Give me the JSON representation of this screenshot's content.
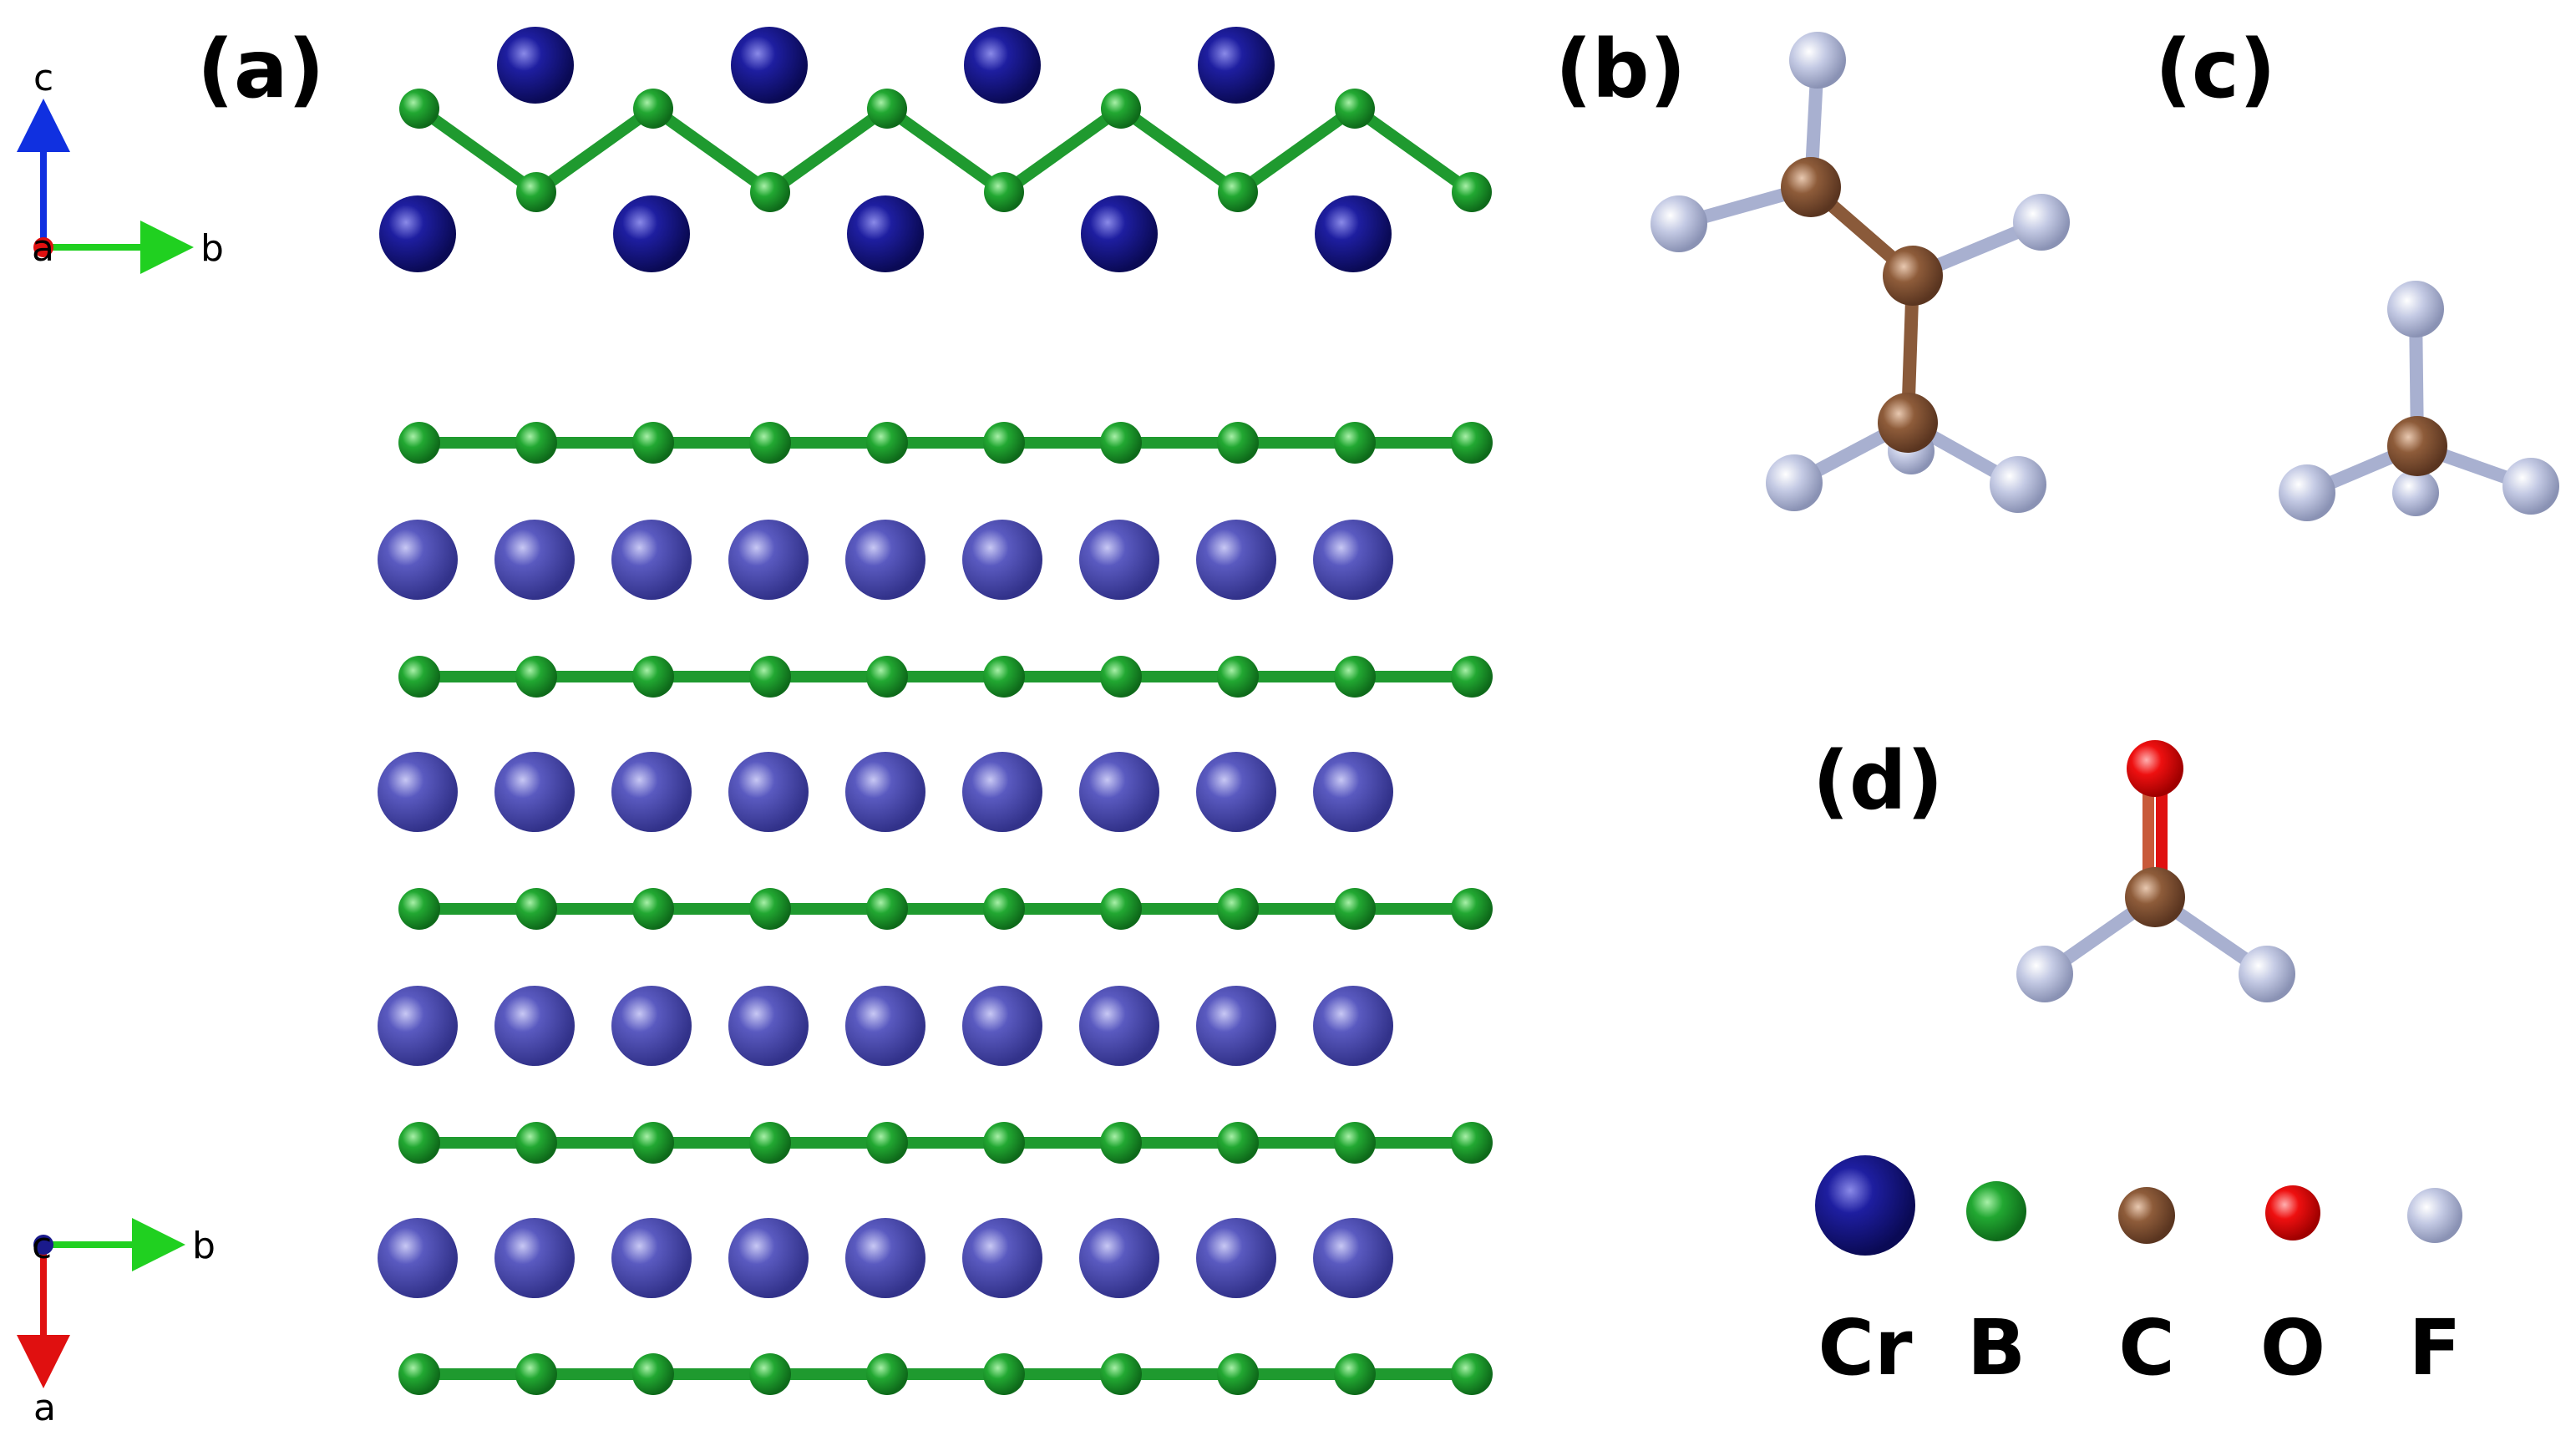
{
  "panels": [
    {
      "label": "(a)"
    },
    {
      "label": "(b)"
    },
    {
      "label": "(c)"
    },
    {
      "label": "(d)"
    }
  ],
  "axes_side": {
    "up": "c",
    "center": "a",
    "right": "b"
  },
  "axes_top": {
    "center": "c",
    "right": "b",
    "down": "a"
  },
  "legend": [
    {
      "symbol": "Cr",
      "color": "#1a1a8c"
    },
    {
      "symbol": "B",
      "color": "#1f9a2f"
    },
    {
      "symbol": "C",
      "color": "#8a5a3a"
    },
    {
      "symbol": "O",
      "color": "#e01010"
    },
    {
      "symbol": "F",
      "color": "#b0b8d8"
    }
  ],
  "colors": {
    "cr_dark": "#1a1a8c",
    "cr_light": "#5050b0",
    "boron": "#1f9a2f",
    "carbon": "#8a5a3a",
    "oxygen": "#e01010",
    "fluorine": "#b0b8d8",
    "axis_c": "#1030e0",
    "axis_b": "#20d020",
    "axis_a": "#e01010"
  }
}
